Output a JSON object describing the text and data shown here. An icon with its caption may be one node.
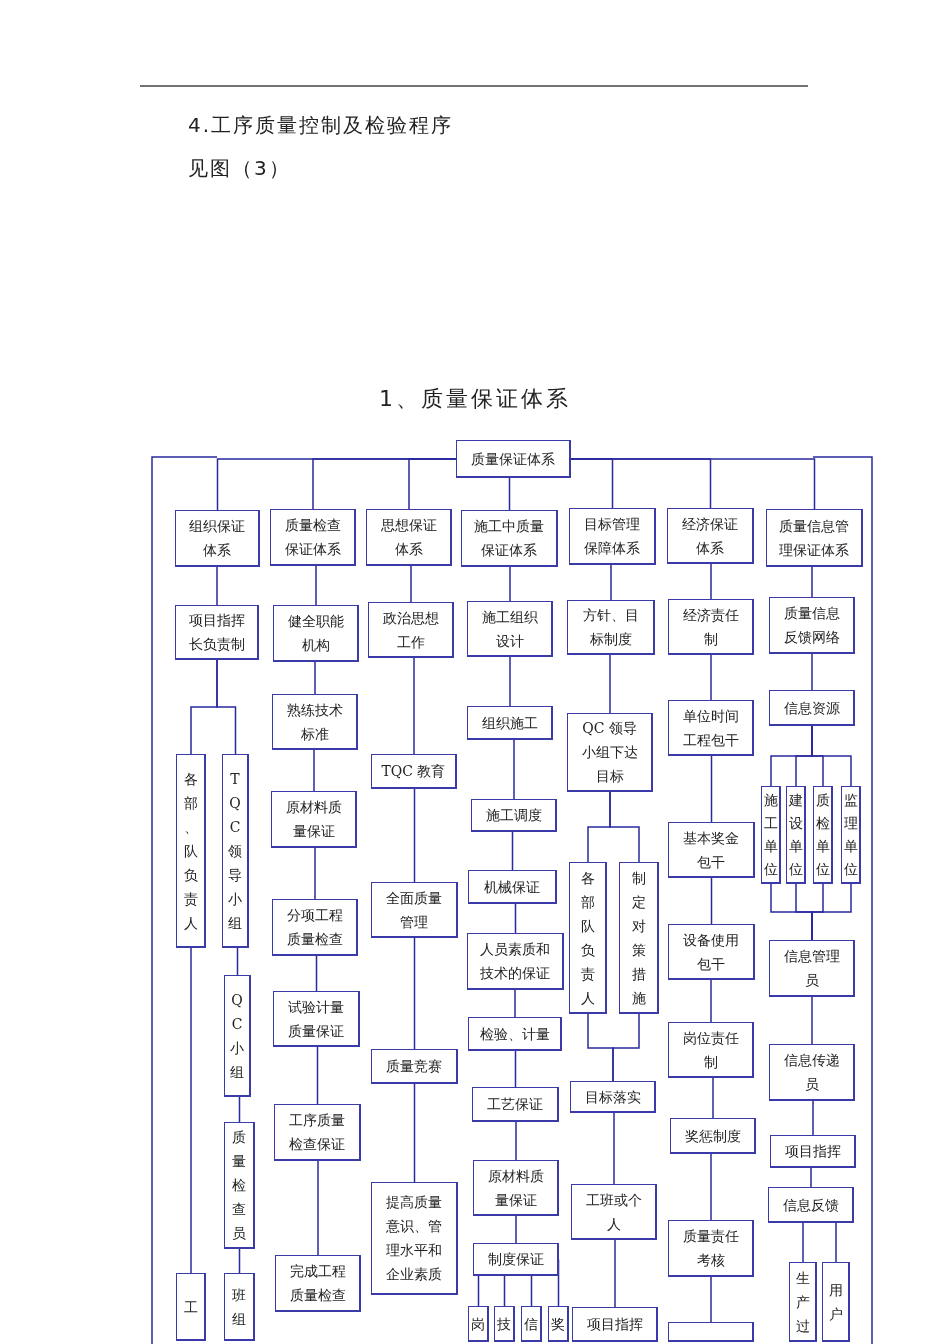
{
  "diagram": {
    "title": "1、质量保证体系",
    "labels": [
      "4.工序质量控制及检验程序",
      "见图（3）"
    ],
    "nodes": [
      {
        "text": [
          "质量保证体系"
        ]
      },
      {
        "text": [
          "组织保证体系"
        ]
      },
      {
        "text": [
          "项目指挥长负责制"
        ]
      },
      {
        "text": [
          "各部、队负责人"
        ]
      },
      {
        "text": [
          "TQC领导小组"
        ]
      },
      {
        "text": [
          "QC小组"
        ]
      },
      {
        "text": [
          "质量检查员"
        ]
      },
      {
        "text": [
          "工"
        ]
      },
      {
        "text": [
          "班组"
        ]
      },
      {
        "text": [
          "质量检查保证体系"
        ]
      },
      {
        "text": [
          "健全职能机构"
        ]
      },
      {
        "text": [
          "熟练技术标准"
        ]
      },
      {
        "text": [
          "原材料质量保证"
        ]
      },
      {
        "text": [
          "分项工程质量检查"
        ]
      },
      {
        "text": [
          "试验计量质量保证"
        ]
      },
      {
        "text": [
          "工序质量检查保证"
        ]
      },
      {
        "text": [
          "完成工程质量检查"
        ]
      },
      {
        "text": [
          "思想保证体系"
        ]
      },
      {
        "text": [
          "政治思想工作"
        ]
      },
      {
        "text": [
          "TQC 教育"
        ]
      },
      {
        "text": [
          "全面质量管理"
        ]
      },
      {
        "text": [
          "质量竞赛"
        ]
      },
      {
        "text": [
          "提高质量意识、管理水平和企业素质"
        ]
      },
      {
        "text": [
          "施工中质量保证体系"
        ]
      },
      {
        "text": [
          "施工组织设计"
        ]
      },
      {
        "text": [
          "组织施工"
        ]
      },
      {
        "text": [
          "施工调度"
        ]
      },
      {
        "text": [
          "机械保证"
        ]
      },
      {
        "text": [
          "人员素质和技术的保证"
        ]
      },
      {
        "text": [
          "检验、计量"
        ]
      },
      {
        "text": [
          "工艺保证"
        ]
      },
      {
        "text": [
          "原材料质量保证"
        ]
      },
      {
        "text": [
          "制度保证"
        ]
      },
      {
        "text": [
          "岗"
        ]
      },
      {
        "text": [
          "技"
        ]
      },
      {
        "text": [
          "信"
        ]
      },
      {
        "text": [
          "奖"
        ]
      },
      {
        "text": [
          "目标管理保障体系"
        ]
      },
      {
        "text": [
          "方针、目标制度"
        ]
      },
      {
        "text": [
          "QC 领导小组下达目标"
        ]
      },
      {
        "text": [
          "各部队负责人"
        ]
      },
      {
        "text": [
          "制定对策措施"
        ]
      },
      {
        "text": [
          "目标落实"
        ]
      },
      {
        "text": [
          "工班或个人"
        ]
      },
      {
        "text": [
          "项目指挥"
        ]
      },
      {
        "text": [
          "经济保证体系"
        ]
      },
      {
        "text": [
          "经济责任制"
        ]
      },
      {
        "text": [
          "单位时间工程包干"
        ]
      },
      {
        "text": [
          "基本奖金包干"
        ]
      },
      {
        "text": [
          "设备使用包干"
        ]
      },
      {
        "text": [
          "岗位责任制"
        ]
      },
      {
        "text": [
          "奖惩制度"
        ]
      },
      {
        "text": [
          "质量责任考核"
        ]
      },
      {
        "text": [],
        "shape": "box"
      },
      {
        "text": [
          "质量信息管理保证体系"
        ]
      },
      {
        "text": [
          "质量信息反馈网络"
        ]
      },
      {
        "text": [
          "信息资源"
        ]
      },
      {
        "text": [
          "施工单位"
        ]
      },
      {
        "text": [
          "建设单位"
        ]
      },
      {
        "text": [
          "质检单位"
        ]
      },
      {
        "text": [
          "监理单位"
        ]
      },
      {
        "text": [
          "信息管理员"
        ]
      },
      {
        "text": [
          "信息传递员"
        ]
      },
      {
        "text": [
          "项目指挥"
        ]
      },
      {
        "text": [
          "信息反馈"
        ]
      },
      {
        "text": [
          "生产过"
        ]
      },
      {
        "text": [
          "用户"
        ]
      }
    ],
    "edges": [
      {
        "from": 0,
        "to": 1,
        "arrow": "none"
      },
      {
        "from": 0,
        "to": 9,
        "arrow": "none"
      },
      {
        "from": 0,
        "to": 17,
        "arrow": "none"
      },
      {
        "from": 0,
        "to": 23,
        "arrow": "none"
      },
      {
        "from": 0,
        "to": 37,
        "arrow": "none"
      },
      {
        "from": 0,
        "to": 45,
        "arrow": "none"
      },
      {
        "from": 0,
        "to": 54,
        "arrow": "none"
      },
      {
        "from": 1,
        "to": 2,
        "arrow": "none"
      },
      {
        "from": 2,
        "to": 3,
        "arrow": "none"
      },
      {
        "from": 2,
        "to": 4,
        "arrow": "none"
      },
      {
        "from": 3,
        "to": 7,
        "arrow": "none"
      },
      {
        "from": 4,
        "to": 5,
        "arrow": "none"
      },
      {
        "from": 5,
        "to": 6,
        "arrow": "none"
      },
      {
        "from": 6,
        "to": 8,
        "arrow": "none"
      },
      {
        "from": 9,
        "to": 10,
        "arrow": "none"
      },
      {
        "from": 10,
        "to": 11,
        "arrow": "none"
      },
      {
        "from": 11,
        "to": 12,
        "arrow": "none"
      },
      {
        "from": 12,
        "to": 13,
        "arrow": "none"
      },
      {
        "from": 13,
        "to": 14,
        "arrow": "none"
      },
      {
        "from": 14,
        "to": 15,
        "arrow": "none"
      },
      {
        "from": 15,
        "to": 16,
        "arrow": "none"
      },
      {
        "from": 17,
        "to": 18,
        "arrow": "none"
      },
      {
        "from": 18,
        "to": 19,
        "arrow": "none"
      },
      {
        "from": 19,
        "to": 20,
        "arrow": "none"
      },
      {
        "from": 20,
        "to": 21,
        "arrow": "none"
      },
      {
        "from": 21,
        "to": 22,
        "arrow": "none"
      },
      {
        "from": 23,
        "to": 24,
        "arrow": "none"
      },
      {
        "from": 24,
        "to": 25,
        "arrow": "none"
      },
      {
        "from": 25,
        "to": 26,
        "arrow": "none"
      },
      {
        "from": 26,
        "to": 27,
        "arrow": "none"
      },
      {
        "from": 27,
        "to": 28,
        "arrow": "none"
      },
      {
        "from": 28,
        "to": 29,
        "arrow": "none"
      },
      {
        "from": 29,
        "to": 30,
        "arrow": "none"
      },
      {
        "from": 30,
        "to": 31,
        "arrow": "none"
      },
      {
        "from": 31,
        "to": 32,
        "arrow": "none"
      },
      {
        "from": 32,
        "to": 33,
        "arrow": "none"
      },
      {
        "from": 32,
        "to": 34,
        "arrow": "none"
      },
      {
        "from": 32,
        "to": 35,
        "arrow": "none"
      },
      {
        "from": 32,
        "to": 36,
        "arrow": "none"
      },
      {
        "from": 37,
        "to": 38,
        "arrow": "none"
      },
      {
        "from": 38,
        "to": 39,
        "arrow": "none"
      },
      {
        "from": 39,
        "to": 40,
        "arrow": "none"
      },
      {
        "from": 39,
        "to": 41,
        "arrow": "none"
      },
      {
        "from": 40,
        "to": 42,
        "arrow": "none"
      },
      {
        "from": 41,
        "to": 42,
        "arrow": "none"
      },
      {
        "from": 42,
        "to": 43,
        "arrow": "none"
      },
      {
        "from": 43,
        "to": 44,
        "arrow": "none"
      },
      {
        "from": 45,
        "to": 46,
        "arrow": "none"
      },
      {
        "from": 46,
        "to": 47,
        "arrow": "none"
      },
      {
        "from": 47,
        "to": 48,
        "arrow": "none"
      },
      {
        "from": 48,
        "to": 49,
        "arrow": "none"
      },
      {
        "from": 49,
        "to": 50,
        "arrow": "none"
      },
      {
        "from": 50,
        "to": 51,
        "arrow": "none"
      },
      {
        "from": 51,
        "to": 52,
        "arrow": "none"
      },
      {
        "from": 52,
        "to": 53,
        "arrow": "none"
      },
      {
        "from": 54,
        "to": 55,
        "arrow": "none"
      },
      {
        "from": 55,
        "to": 56,
        "arrow": "none"
      },
      {
        "from": 56,
        "to": 57,
        "arrow": "none"
      },
      {
        "from": 56,
        "to": 58,
        "arrow": "none"
      },
      {
        "from": 56,
        "to": 59,
        "arrow": "none"
      },
      {
        "from": 56,
        "to": 60,
        "arrow": "none"
      },
      {
        "from": 57,
        "to": 61,
        "arrow": "none"
      },
      {
        "from": 58,
        "to": 61,
        "arrow": "none"
      },
      {
        "from": 59,
        "to": 61,
        "arrow": "none"
      },
      {
        "from": 60,
        "to": 61,
        "arrow": "none"
      },
      {
        "from": 61,
        "to": 62,
        "arrow": "none"
      },
      {
        "from": 62,
        "to": 63,
        "arrow": "none"
      },
      {
        "from": 63,
        "to": 64,
        "arrow": "none"
      },
      {
        "from": 64,
        "to": 65,
        "arrow": "none"
      },
      {
        "from": 64,
        "to": 66,
        "arrow": "none"
      }
    ]
  }
}
